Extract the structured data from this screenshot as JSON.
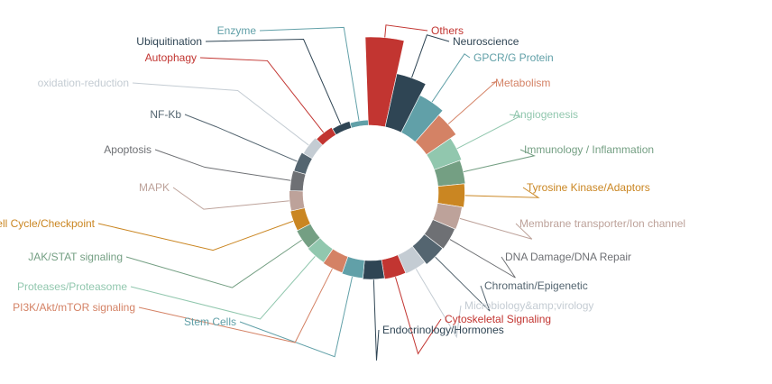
{
  "chart_data": {
    "type": "pie",
    "variant": "nightingale-rose",
    "legend": "none",
    "slices": [
      {
        "name": "Others",
        "value": 100,
        "color": "#c23531"
      },
      {
        "name": "Neuroscience",
        "value": 60,
        "color": "#2f4554"
      },
      {
        "name": "GPCR/G Protein",
        "value": 45,
        "color": "#61a0a8"
      },
      {
        "name": "Metabolism",
        "value": 38,
        "color": "#d48265"
      },
      {
        "name": "Angiogenesis",
        "value": 30,
        "color": "#91c7ae"
      },
      {
        "name": "Immunology / Inflammation",
        "value": 28,
        "color": "#749f83"
      },
      {
        "name": "Tyrosine Kinase/Adaptors",
        "value": 27,
        "color": "#ca8622"
      },
      {
        "name": "Membrane transporter/Ion channel",
        "value": 25,
        "color": "#bda29a"
      },
      {
        "name": "DNA Damage/DNA Repair",
        "value": 24,
        "color": "#6e7074"
      },
      {
        "name": "Chromatin/Epigenetic",
        "value": 23,
        "color": "#546570"
      },
      {
        "name": "Microbiology&amp;virology",
        "value": 20,
        "color": "#c4ccd3"
      },
      {
        "name": "Cytoskeletal Signaling",
        "value": 19,
        "color": "#c23531"
      },
      {
        "name": "Endocrinology/Hormones",
        "value": 18,
        "color": "#2f4554"
      },
      {
        "name": "Stem Cells",
        "value": 17,
        "color": "#61a0a8"
      },
      {
        "name": "PI3K/Akt/mTOR signaling",
        "value": 16,
        "color": "#d48265"
      },
      {
        "name": "Proteases/Proteasome",
        "value": 15,
        "color": "#91c7ae"
      },
      {
        "name": "JAK/STAT signaling",
        "value": 14,
        "color": "#749f83"
      },
      {
        "name": "Cell Cycle/Checkpoint",
        "value": 13,
        "color": "#ca8622"
      },
      {
        "name": "MAPK",
        "value": 12,
        "color": "#bda29a"
      },
      {
        "name": "Apoptosis",
        "value": 11,
        "color": "#6e7074"
      },
      {
        "name": "NF-Kb",
        "value": 10,
        "color": "#546570"
      },
      {
        "name": "oxidation-reduction",
        "value": 8,
        "color": "#c4ccd3"
      },
      {
        "name": "Autophagy",
        "value": 6,
        "color": "#c23531"
      },
      {
        "name": "Ubiquitination",
        "value": 4,
        "color": "#2f4554"
      },
      {
        "name": "Enzyme",
        "value": 2,
        "color": "#61a0a8"
      }
    ]
  }
}
